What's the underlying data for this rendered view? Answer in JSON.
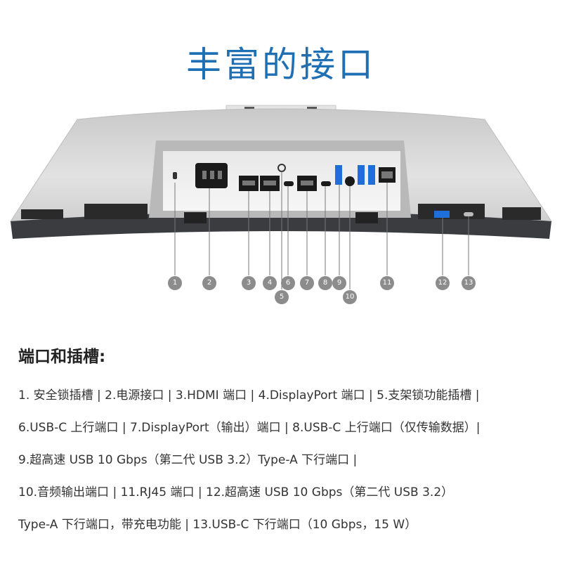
{
  "title": "丰富的接口",
  "callouts": [
    "1",
    "2",
    "3",
    "4",
    "5",
    "6",
    "7",
    "8",
    "9",
    "10",
    "11",
    "12",
    "13"
  ],
  "list_heading": "端口和插槽:",
  "description_lines": [
    "1. 安全锁插槽 | 2.电源接口 | 3.HDMI 端口 | 4.DisplayPort 端口 | 5.支架锁功能插槽 |",
    "6.USB-C 上行端口 | 7.DisplayPort（输出）端口 | 8.USB-C 上行端口（仅传输数据）|",
    "9.超高速 USB 10 Gbps（第二代 USB 3.2）Type-A 下行端口 |",
    "10.音频输出端口 | 11.RJ45 端口 | 12.超高速 USB 10 Gbps（第二代 USB 3.2）",
    "Type-A 下行端口，带充电功能 | 13.USB-C 下行端口（10 Gbps，15 W）"
  ],
  "colors": {
    "title": "#1f6fb5",
    "monitor_body": "#d4d4d4",
    "monitor_bottom": "#3a3c40",
    "callout_circle": "#8c8c8c",
    "usb_blue": "#1e6fd9"
  }
}
